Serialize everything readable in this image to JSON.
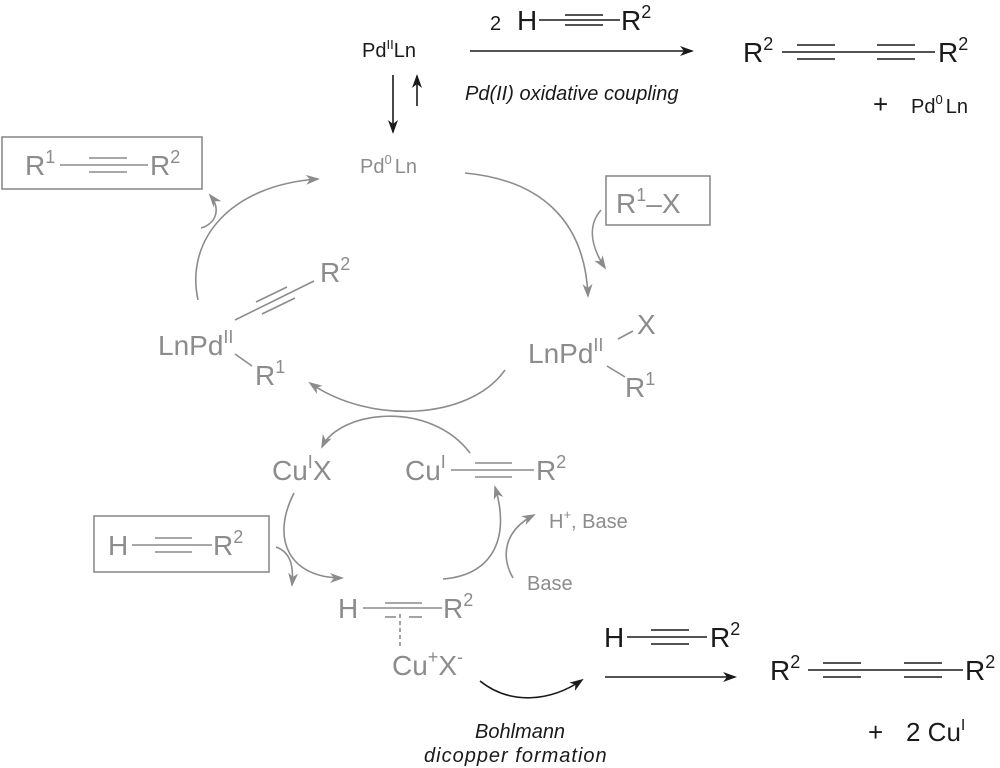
{
  "diagram": {
    "colors": {
      "active": "#1a1a1a",
      "cycle": "#8c8c8c",
      "background": "#ffffff"
    },
    "top": {
      "pd2_ln": {
        "main": "Pd",
        "sup": "II",
        "tail": "Ln"
      },
      "reagent": {
        "coef": "2",
        "h": "H",
        "r": "R",
        "r_sup": "2"
      },
      "label": "Pd(II) oxidative coupling",
      "product": {
        "r1": "R",
        "r1_sup": "2",
        "r2": "R",
        "r2_sup": "2"
      },
      "byproduct": {
        "plus": "+",
        "main": "Pd",
        "sup": "0",
        "tail": "Ln"
      }
    },
    "pd_cycle": {
      "pd0": {
        "main": "Pd",
        "sup": "0",
        "tail": "Ln"
      },
      "product_box": {
        "r1": "R",
        "r1_sup": "1",
        "r2": "R",
        "r2_sup": "2"
      },
      "substrate_box": {
        "r": "R",
        "r_sup": "1",
        "dash": "–",
        "x": "X"
      },
      "left_complex": {
        "main": "LnPd",
        "sup": "II",
        "alkyne_r": "R",
        "alkyne_r_sup": "2",
        "r": "R",
        "r_sup": "1"
      },
      "right_complex": {
        "main": "LnPd",
        "sup": "II",
        "x": "X",
        "r": "R",
        "r_sup": "1"
      }
    },
    "cu_cycle": {
      "cux": {
        "main": "Cu",
        "sup": "I",
        "tail": "X"
      },
      "cu_acetylide": {
        "main": "Cu",
        "sup": "I",
        "r": "R",
        "r_sup": "2"
      },
      "alkyne_box": {
        "h": "H",
        "r": "R",
        "r_sup": "2"
      },
      "pi_complex": {
        "h": "H",
        "r": "R",
        "r_sup": "2",
        "cu": "Cu",
        "cu_sup": "+",
        "x": "X",
        "x_sup": "-"
      },
      "h_base": {
        "h": "H",
        "sup": "+",
        "tail": ", Base"
      },
      "base": "Base"
    },
    "bottom": {
      "reagent": {
        "h": "H",
        "r": "R",
        "r_sup": "2"
      },
      "label_line1": "Bohlmann",
      "label_line2": "dicopper formation",
      "product": {
        "r1": "R",
        "r1_sup": "2",
        "r2": "R",
        "r2_sup": "2"
      },
      "byproduct": {
        "plus": "+",
        "coef": "2 Cu",
        "sup": "I"
      }
    }
  }
}
